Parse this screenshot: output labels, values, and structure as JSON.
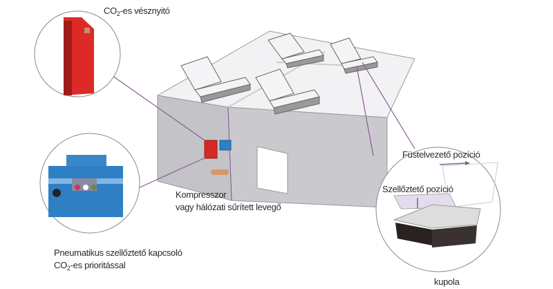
{
  "labels": {
    "co2_opener": {
      "prefix": "CO",
      "sub": "2",
      "suffix": "-es vésznyitó"
    },
    "compressor_line1": "Kompresszor",
    "compressor_line2": "vagy hálózati sűrített levegő",
    "switch_line1": "Pneumatikus szellőztető kapcsoló",
    "switch_line2": {
      "prefix": "CO",
      "sub": "2",
      "suffix": "-es prioritással"
    },
    "smoke_position": "Füstelvezető pozíció",
    "vent_position": "Szellőztető pozíció",
    "dome": "kupola"
  },
  "colors": {
    "callout_line": "#8a5a96",
    "building": "#c8c8cc",
    "opener_red": "#d42a24",
    "switch_blue": "#2f7fc4"
  }
}
